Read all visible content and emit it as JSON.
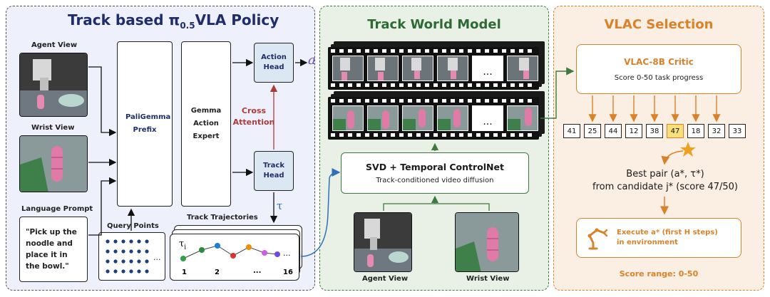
{
  "policy": {
    "title_prefix": "Track based ",
    "title_pi": "π",
    "title_sub": "0.5",
    "title_suffix": "VLA Policy",
    "agent_view_label": "Agent View",
    "wrist_view_label": "Wrist View",
    "language_prompt_label": "Language Prompt",
    "prompt_text": "\"Pick up the noodle and place it in the bowl.\"",
    "paligemma_label": "PaliGemma Prefix",
    "gemma_label": "Gemma Action Expert",
    "action_head_label": "Action Head",
    "track_head_label": "Track Head",
    "action_symbol": "a",
    "cross_attention_label": "Cross Attention",
    "tau_symbol": "τ",
    "query_points_label": "Query Points",
    "query_ellipsis": "...",
    "track_trajectories_label": "Track Trajectories",
    "tau_i_label": "τ",
    "tau_i_sub": "i",
    "traj_ticks": [
      "1",
      "2",
      "...",
      "16"
    ],
    "traj_ellipsis": "...",
    "colors": {
      "title": "#1f2d6b",
      "panel_bg": "#eef0fb",
      "head_fill": "#dbe8f4",
      "red_arrow": "#b03a3a",
      "blue_arrow": "#2f6fbf"
    }
  },
  "world": {
    "title": "Track World Model",
    "ellipsis": "...",
    "svd_title": "SVD + Temporal ControlNet",
    "svd_subtitle": "Track-conditioned video diffusion",
    "agent_view_label": "Agent View",
    "wrist_view_label": "Wrist View",
    "colors": {
      "title": "#2e6b34",
      "panel_bg": "#e9f1e6",
      "border": "#3d7a3f"
    }
  },
  "vlac": {
    "title": "VLAC Selection",
    "critic_title": "VLAC-8B Critic",
    "critic_subtitle": "Score 0-50 task progress",
    "scores": [
      "41",
      "25",
      "44",
      "12",
      "38",
      "47",
      "18",
      "32",
      "33"
    ],
    "highlight_score": "47",
    "best_pair_line1": "Best pair (a*, τ*)",
    "best_pair_line2": "from candidate j* (score 47/50)",
    "execute_line1": "Execute a* (first H steps)",
    "execute_line2": "in environment",
    "score_range": "Score range: 0-50",
    "colors": {
      "title": "#d9822b",
      "panel_bg": "#fbeee2",
      "accent": "#d9822b",
      "highlight": "#f7e07a",
      "star": "#f0a020"
    }
  }
}
